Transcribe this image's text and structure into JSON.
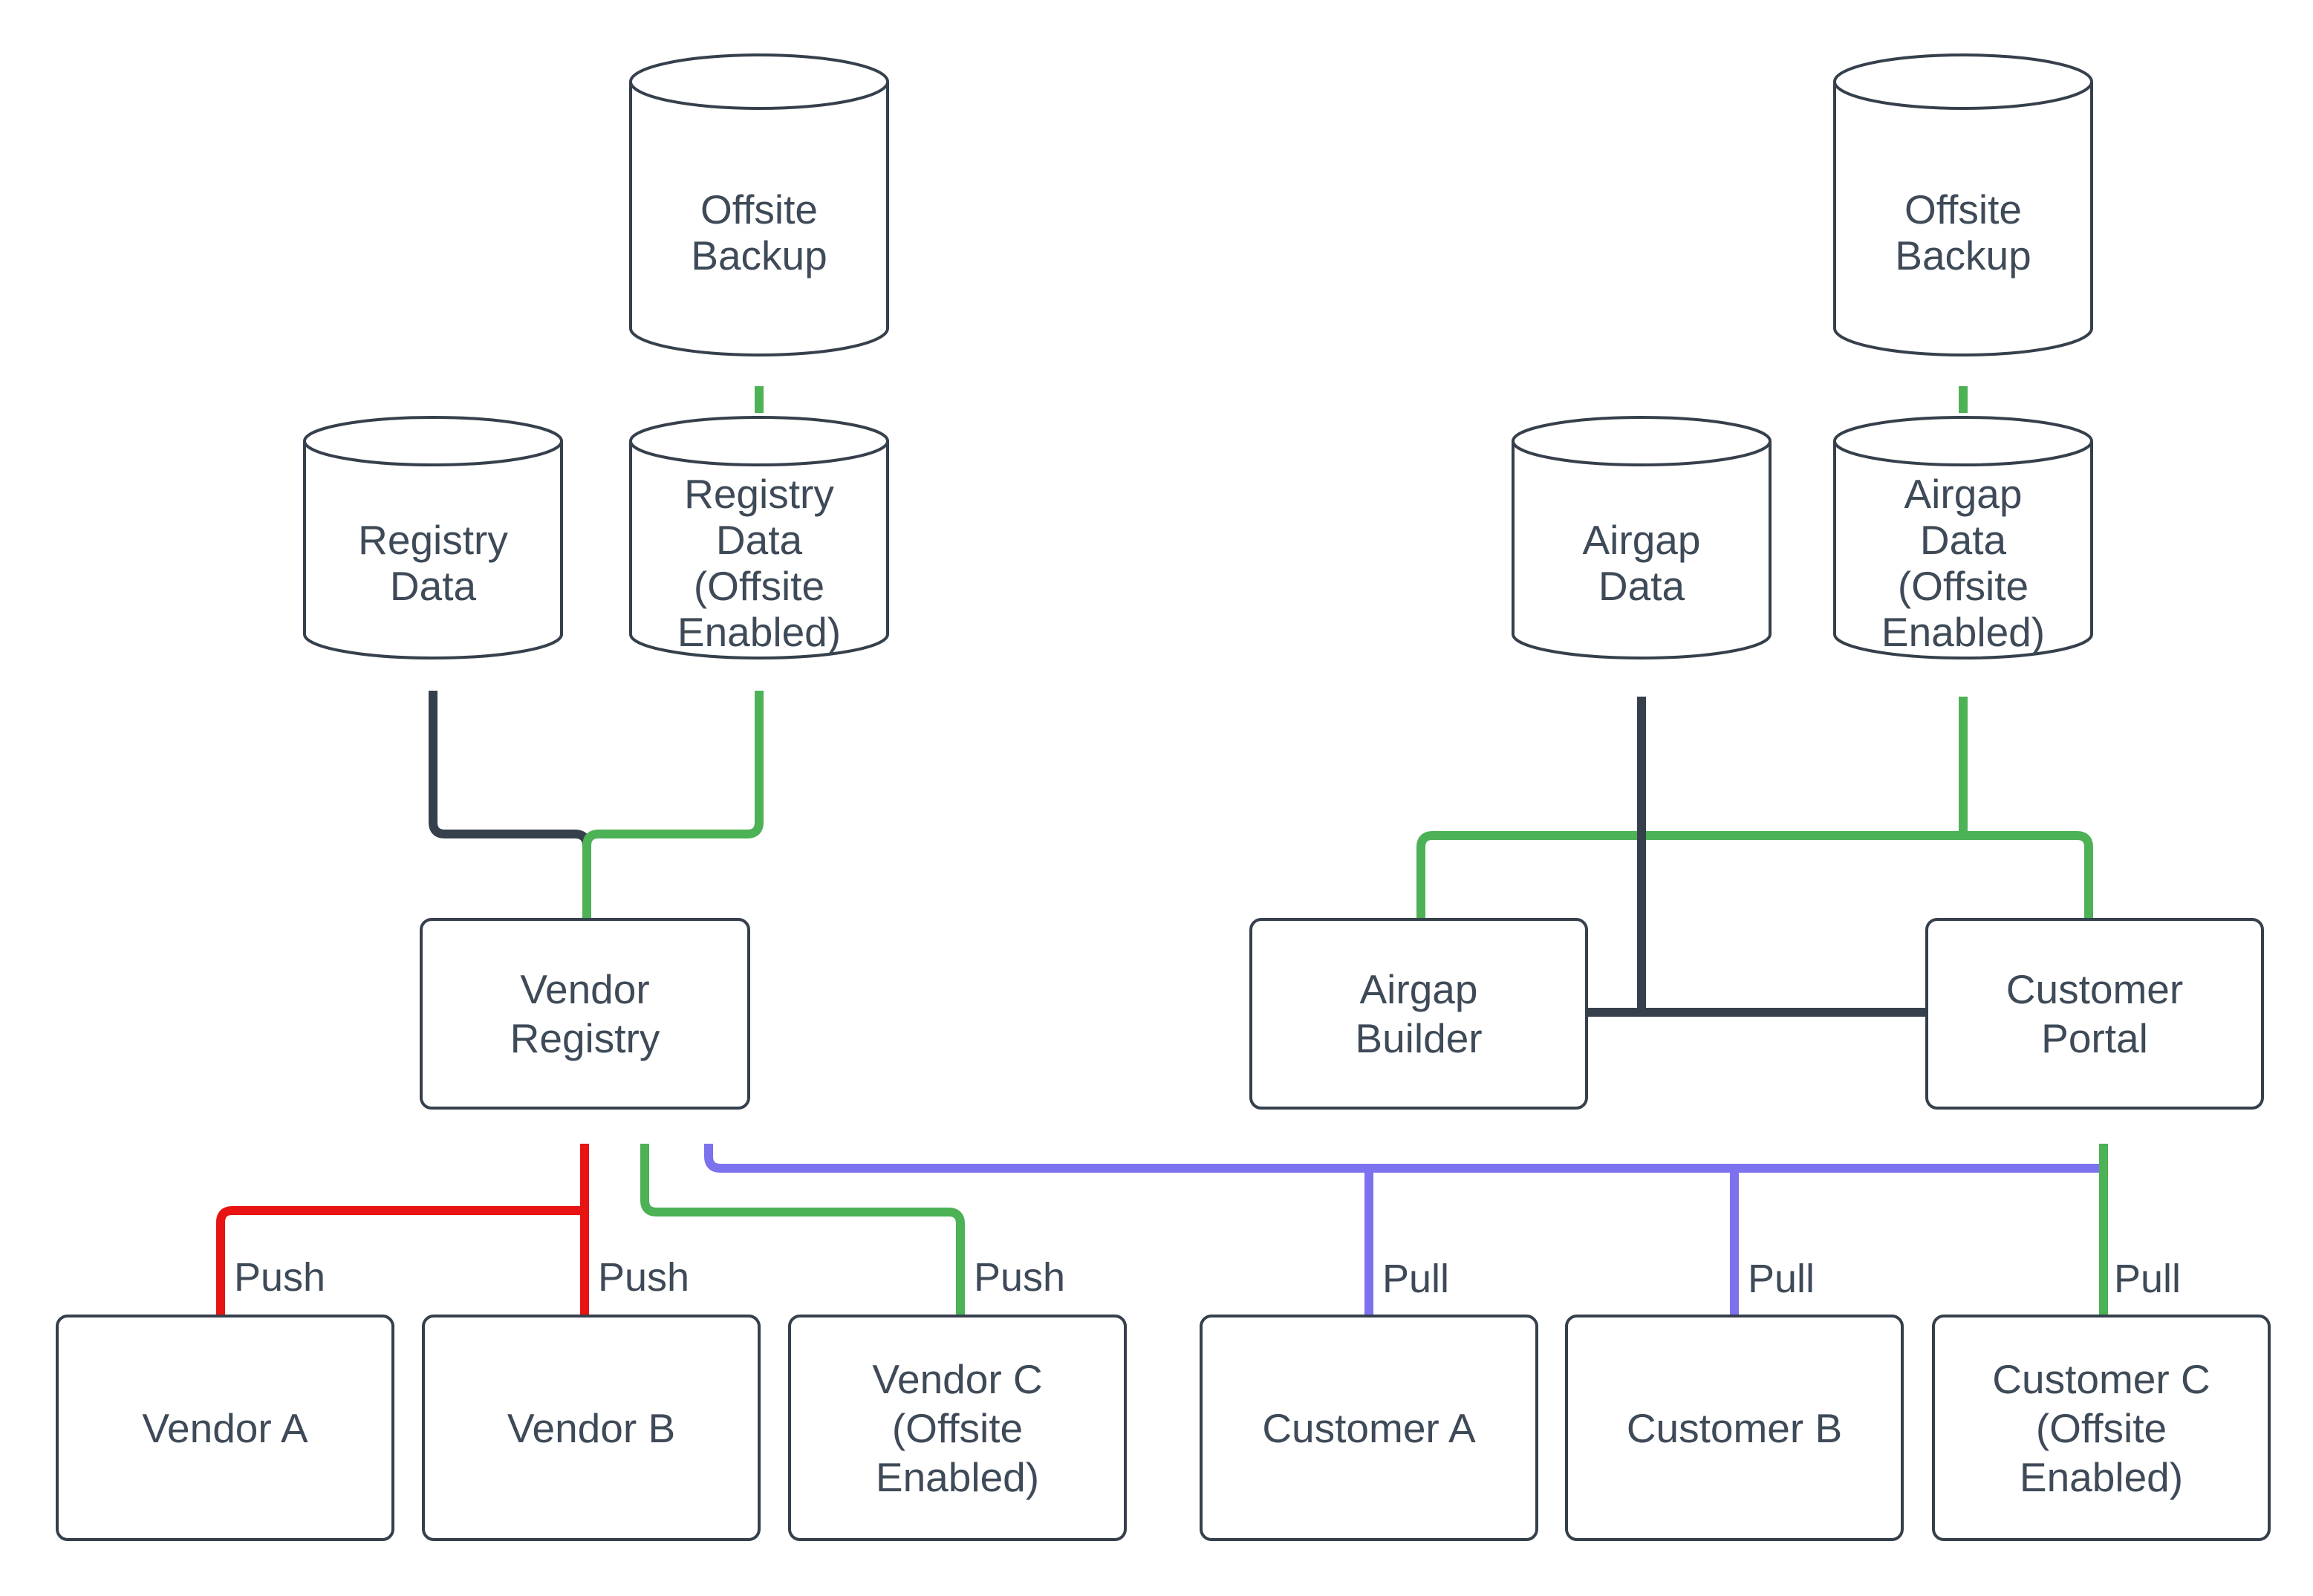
{
  "diagram_type": "flow-diagram",
  "colors": {
    "outline": "#36404c",
    "text": "#3e4a57",
    "push_red": "#e81313",
    "offsite_green": "#4db156",
    "pull_blue": "#7c72ee",
    "background": "#ffffff"
  },
  "nodes": {
    "offsite_backup_left": {
      "label": "Offsite\nBackup",
      "shape": "cylinder"
    },
    "registry_data": {
      "label": "Registry\nData",
      "shape": "cylinder"
    },
    "registry_data_offsite": {
      "label": "Registry\nData\n(Offsite\nEnabled)",
      "shape": "cylinder"
    },
    "vendor_registry": {
      "label": "Vendor\nRegistry",
      "shape": "rectangle"
    },
    "vendor_a": {
      "label": "Vendor A",
      "shape": "rectangle"
    },
    "vendor_b": {
      "label": "Vendor B",
      "shape": "rectangle"
    },
    "vendor_c": {
      "label": "Vendor C\n(Offsite\nEnabled)",
      "shape": "rectangle"
    },
    "offsite_backup_right": {
      "label": "Offsite\nBackup",
      "shape": "cylinder"
    },
    "airgap_data": {
      "label": "Airgap\nData",
      "shape": "cylinder"
    },
    "airgap_data_offsite": {
      "label": "Airgap\nData\n(Offsite\nEnabled)",
      "shape": "cylinder"
    },
    "airgap_builder": {
      "label": "Airgap\nBuilder",
      "shape": "rectangle"
    },
    "customer_portal": {
      "label": "Customer\nPortal",
      "shape": "rectangle"
    },
    "customer_a": {
      "label": "Customer A",
      "shape": "rectangle"
    },
    "customer_b": {
      "label": "Customer B",
      "shape": "rectangle"
    },
    "customer_c": {
      "label": "Customer C\n(Offsite\nEnabled)",
      "shape": "rectangle"
    }
  },
  "edge_labels": {
    "push_a": "Push",
    "push_b": "Push",
    "push_c": "Push",
    "pull_a": "Pull",
    "pull_b": "Pull",
    "pull_c": "Pull"
  }
}
